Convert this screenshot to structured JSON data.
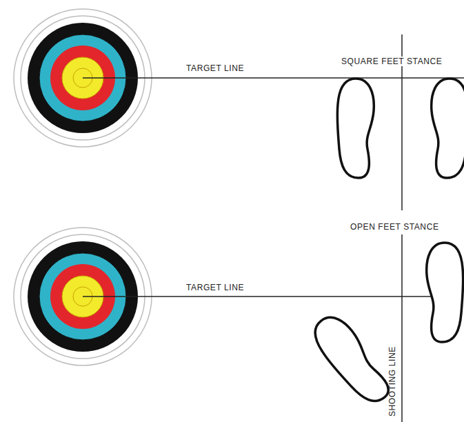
{
  "diagram": {
    "labels": [
      "TARGET LINE",
      "SQUARE FEET STANCE",
      "OPEN FEET STANCE",
      "TARGET LINE",
      "SHOOTING LINE"
    ]
  }
}
